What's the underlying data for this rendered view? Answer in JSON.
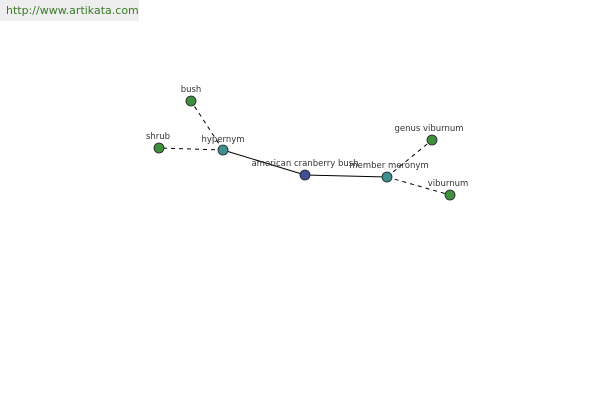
{
  "banner": {
    "url": "http://www.artikata.com",
    "color": "#3a7a28"
  },
  "graph": {
    "colors": {
      "center": "#3f4f97",
      "relation": "#3e8f8f",
      "leaf": "#3f8f3f",
      "stroke": "#222222",
      "edge": "#000000"
    },
    "nodes": [
      {
        "id": "center",
        "label": "american cranberry bush",
        "kind": "center"
      },
      {
        "id": "hypernym",
        "label": "hypernym",
        "kind": "relation"
      },
      {
        "id": "member_meronym",
        "label": "member meronym",
        "kind": "relation"
      },
      {
        "id": "bush",
        "label": "bush",
        "kind": "leaf"
      },
      {
        "id": "shrub",
        "label": "shrub",
        "kind": "leaf"
      },
      {
        "id": "genus_viburnum",
        "label": "genus viburnum",
        "kind": "leaf"
      },
      {
        "id": "viburnum",
        "label": "viburnum",
        "kind": "leaf"
      }
    ],
    "edges": [
      {
        "from": "center",
        "to": "hypernym",
        "style": "solid"
      },
      {
        "from": "center",
        "to": "member_meronym",
        "style": "solid"
      },
      {
        "from": "hypernym",
        "to": "bush",
        "style": "dashed"
      },
      {
        "from": "hypernym",
        "to": "shrub",
        "style": "dashed"
      },
      {
        "from": "member_meronym",
        "to": "genus_viburnum",
        "style": "dashed"
      },
      {
        "from": "member_meronym",
        "to": "viburnum",
        "style": "dashed"
      }
    ]
  }
}
